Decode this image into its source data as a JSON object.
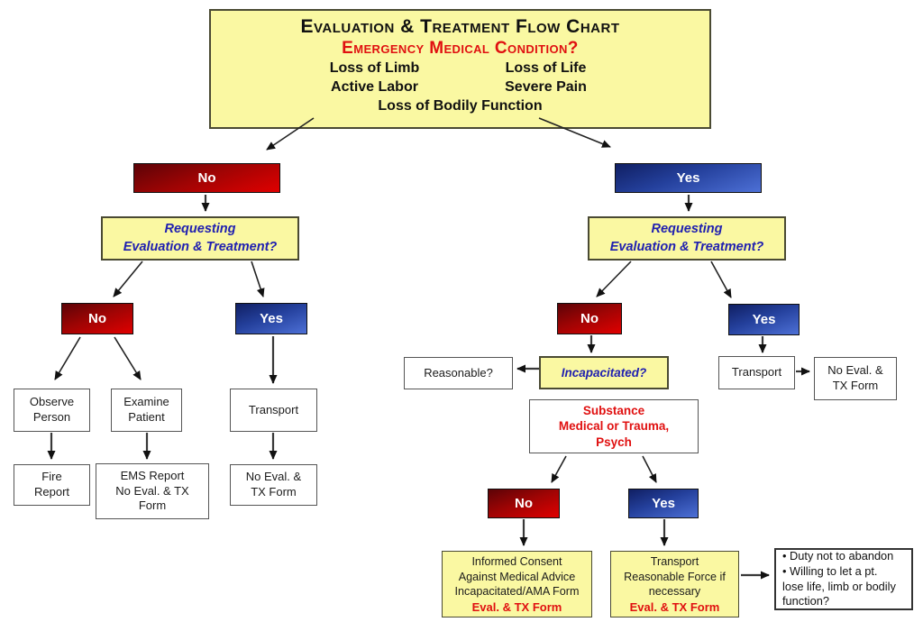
{
  "colors": {
    "box_yellow": "#FAF8A2",
    "red_gradient_top": "#5C0307",
    "red_gradient_bottom": "#E00000",
    "blue_gradient_top": "#101F63",
    "blue_gradient_bottom": "#4D70D6",
    "red_text": "#E01010",
    "blue_text": "#1F1FB0"
  },
  "labels": {
    "no": "No",
    "yes": "Yes"
  },
  "title_box": {
    "title": "Evaluation & Treatment Flow Chart",
    "subtitle": "Emergency Medical Condition?",
    "cond_row1": [
      "Loss of Limb",
      "Loss of Life"
    ],
    "cond_row2": [
      "Active Labor",
      "Severe Pain"
    ],
    "cond_row3": "Loss of Bodily Function"
  },
  "left_branch": {
    "requesting": "Requesting\nEvaluation & Treatment?",
    "observe": "Observe\nPerson",
    "examine": "Examine\nPatient",
    "transport": "Transport",
    "fire_report": "Fire\nReport",
    "ems_report": "EMS Report\nNo Eval. & TX\nForm",
    "no_eval": "No Eval. &\nTX Form"
  },
  "right_branch": {
    "requesting": "Requesting\nEvaluation & Treatment?",
    "reasonable": "Reasonable?",
    "incapacitated": "Incapacitated?",
    "transport": "Transport",
    "no_eval": "No Eval. &\nTX Form",
    "substance": "Substance\nMedical or Trauma,\nPsych",
    "informed_consent": {
      "body": "Informed Consent\nAgainst Medical Advice\nIncapacitated/AMA Form",
      "form": "Eval. & TX Form"
    },
    "transport_force": {
      "body": "Transport\nReasonable Force if\nnecessary",
      "form": "Eval. & TX Form"
    },
    "duty": "•  Duty not to abandon\n•  Willing to let a pt.\nlose life, limb or bodily\nfunction?"
  }
}
